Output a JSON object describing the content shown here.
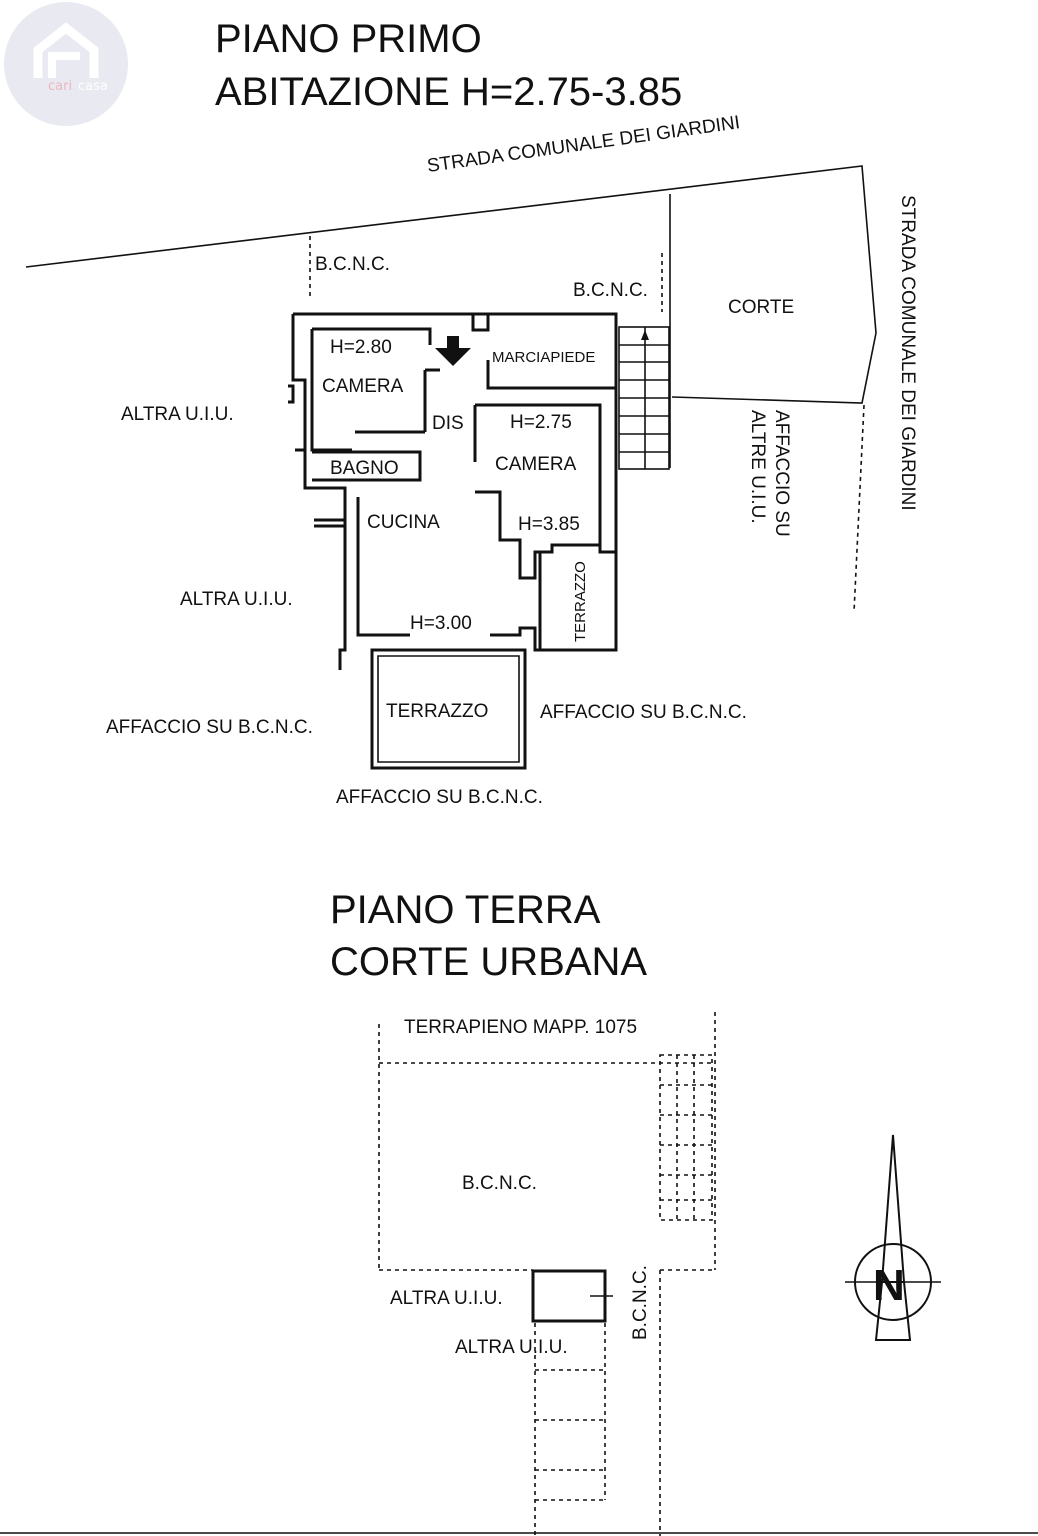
{
  "logo": {
    "text_pre": "cari",
    "text_post": "casa"
  },
  "first_floor": {
    "title_line1": "PIANO PRIMO",
    "title_line2": "ABITAZIONE H=2.75-3.85",
    "road_top": "STRADA COMUNALE DEI GIARDINI",
    "road_right": "STRADA COMUNALE DEI GIARDINI",
    "bcnc_1": "B.C.N.C.",
    "bcnc_2": "B.C.N.C.",
    "corte": "CORTE",
    "marciapiede": "MARCIAPIEDE",
    "camera_1": "CAMERA",
    "camera_1_h": "H=2.80",
    "dis": "DIS",
    "camera_2": "CAMERA",
    "camera_2_h": "H=2.75",
    "camera_2_h2": "H=3.85",
    "bagno": "BAGNO",
    "cucina": "CUCINA",
    "cucina_h": "H=3.00",
    "terrazzo_side": "TERRAZZO",
    "terrazzo": "TERRAZZO",
    "altra_uiu_1": "ALTRA U.I.U.",
    "altra_uiu_2": "ALTRA U.I.U.",
    "affaccio_su_line1": "AFFACCIO SU",
    "affaccio_su_line2": "ALTRE U.I.U.",
    "affaccio_left": "AFFACCIO SU B.C.N.C.",
    "affaccio_right": "AFFACCIO SU B.C.N.C.",
    "affaccio_bottom": "AFFACCIO SU B.C.N.C."
  },
  "ground_floor": {
    "title_line1": "PIANO TERRA",
    "title_line2": "CORTE URBANA",
    "terrapieno": "TERRAPIENO MAPP. 1075",
    "bcnc_main": "B.C.N.C.",
    "bcnc_vertical": "B.C.N.C.",
    "altra_uiu_1": "ALTRA U.I.U.",
    "altra_uiu_2": "ALTRA U.I.U."
  },
  "compass": {
    "letter": "N"
  }
}
